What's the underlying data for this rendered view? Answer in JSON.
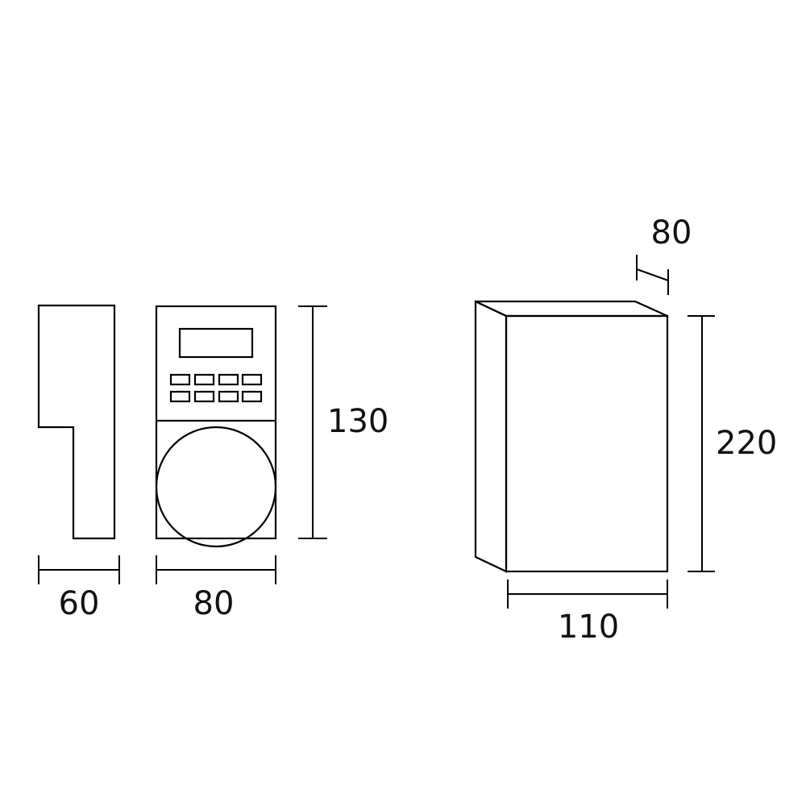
{
  "dimensions": {
    "side_depth": "60",
    "front_width": "80",
    "front_height": "130",
    "box_depth": "80",
    "box_height": "220",
    "box_width": "110"
  }
}
